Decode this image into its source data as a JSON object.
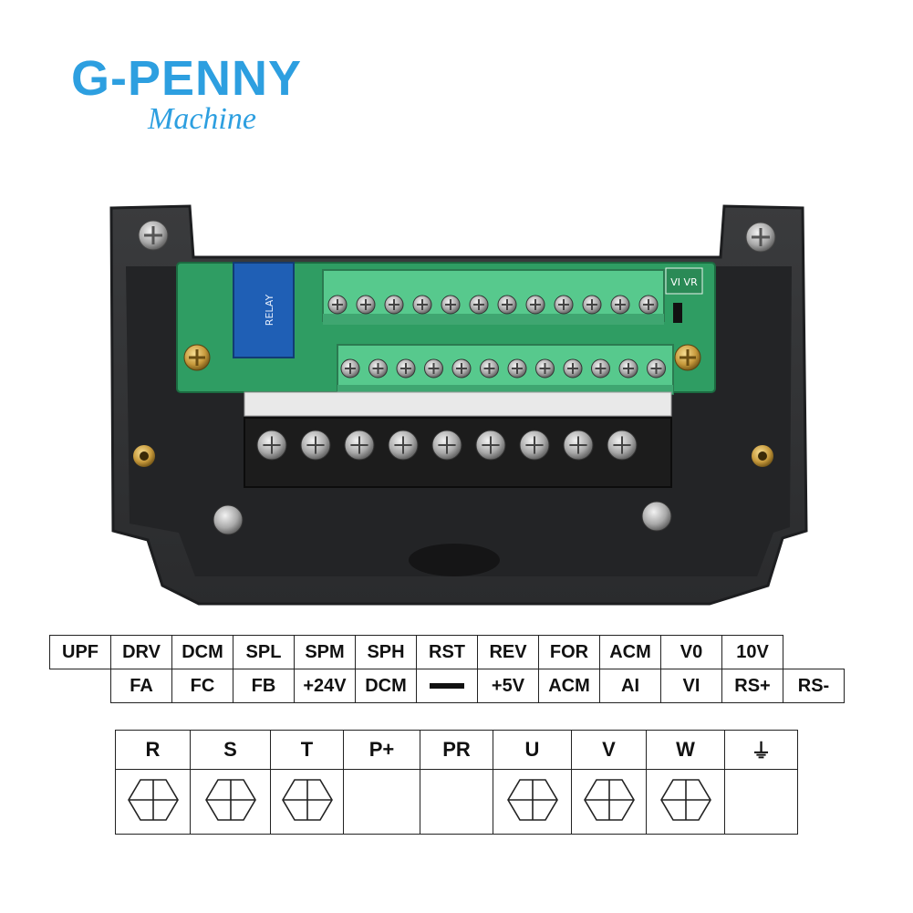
{
  "logo": {
    "brand": "G-PENNY",
    "sub": "Machine",
    "color": "#2d9fe0"
  },
  "control_terminals": {
    "row1": [
      "UPF",
      "DRV",
      "DCM",
      "SPL",
      "SPM",
      "SPH",
      "RST",
      "REV",
      "FOR",
      "ACM",
      "V0",
      "10V"
    ],
    "row2": [
      "",
      "FA",
      "FC",
      "FB",
      "+24V",
      "DCM",
      "—",
      "+5V",
      "ACM",
      "AI",
      "VI",
      "RS+",
      "RS-"
    ]
  },
  "power_terminals": {
    "labels": [
      "R",
      "S",
      "T",
      "P+",
      "PR",
      "U",
      "V",
      "W",
      "⏚"
    ],
    "screws": [
      true,
      true,
      true,
      false,
      false,
      true,
      true,
      true,
      false
    ]
  }
}
